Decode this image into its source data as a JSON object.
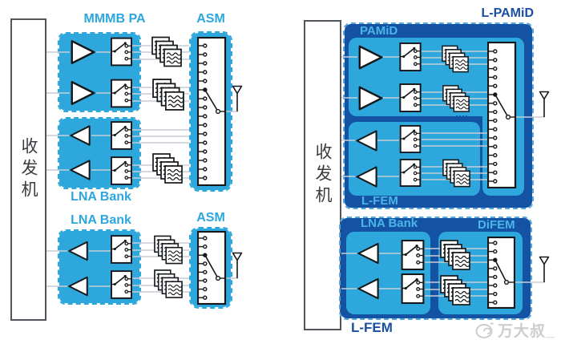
{
  "left": {
    "transceiver_label": "收发机",
    "mmmb_pa_label": "MMMB PA",
    "asm_top_label": "ASM",
    "lna_bank_top_label": "LNA Bank",
    "lna_bank_bottom_label": "LNA Bank",
    "asm_bottom_label": "ASM"
  },
  "right": {
    "transceiver_label": "收发机",
    "l_pamid_label": "L-PAMiD",
    "pamid_label": "PAMiD",
    "l_fem_inner_label": "L-FEM",
    "lna_bank_label": "LNA Bank",
    "difem_label": "DiFEM",
    "l_fem_outer_label": "L-FEM"
  },
  "watermark": "万大叔_",
  "colors": {
    "light_blue": "#2EA8DC",
    "dark_blue": "#1453A4",
    "label_blue": "#2BA7DE",
    "label_blue_on_dark": "#4AB6E8",
    "label_navy": "#1A4FA3",
    "line_gray": "#C9CED6"
  }
}
